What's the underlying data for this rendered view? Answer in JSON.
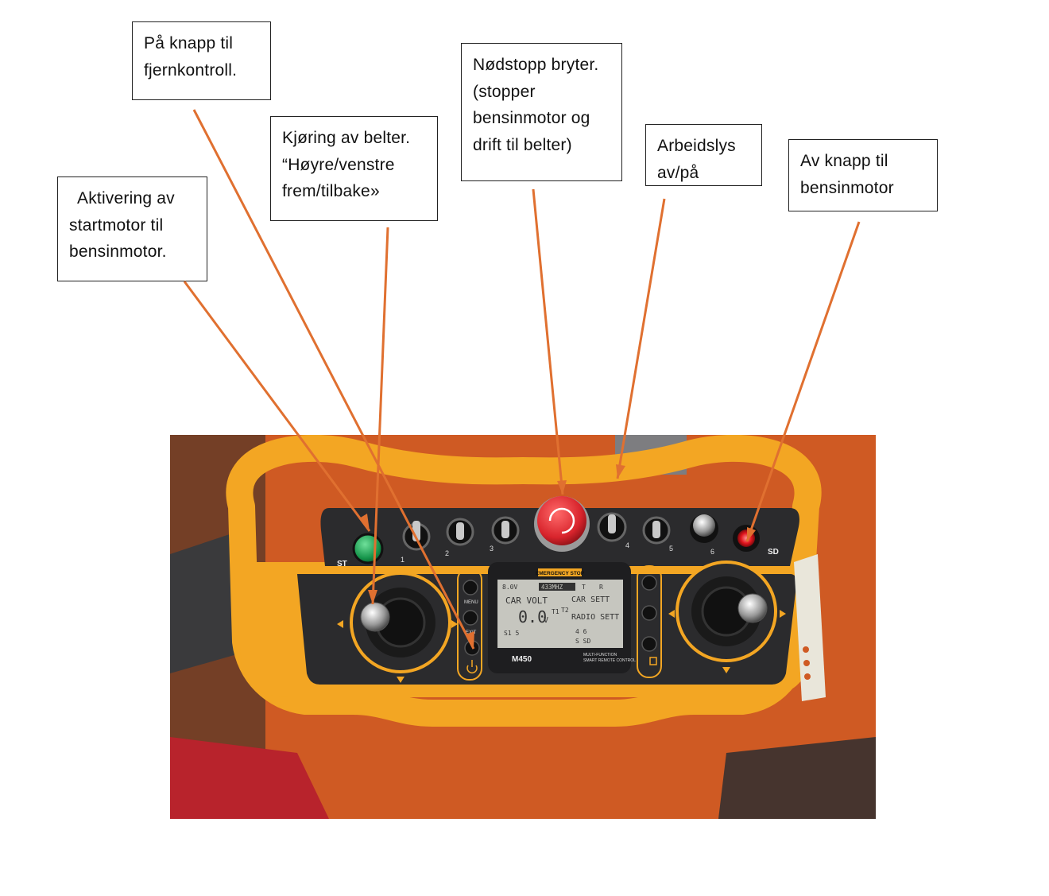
{
  "callouts": {
    "start": [
      "Aktivering av",
      "startmotor til",
      "bensinmotor."
    ],
    "power_on": [
      "På knapp til",
      "fjernkontroll."
    ],
    "tracks": [
      "Kjøring av belter.",
      "“Høyre/venstre",
      "frem/tilbake»"
    ],
    "estop": [
      "Nødstopp bryter.",
      "(stopper",
      "bensinmotor og",
      "drift til belter)"
    ],
    "worklight": [
      "Arbeidslys",
      "av/på"
    ],
    "off": [
      "Av knapp til",
      "bensinmotor"
    ]
  },
  "remote": {
    "st_label": "ST",
    "sd_label": "SD",
    "switch_numbers": [
      "1",
      "2",
      "3",
      "4",
      "5",
      "6"
    ],
    "estop_label": "EMERGENCY STOP",
    "menu_label": "MENU",
    "exit_label": "EXIT",
    "model": "M450",
    "tagline_1": "MULTI-FUNCTION",
    "tagline_2": "SMART REMOTE CONTROL",
    "lcd": {
      "battery": "8.0V",
      "channel": "433MHZ",
      "signal": "T",
      "rx": "R",
      "car_volt": "CAR VOLT",
      "volt_value": "0.0",
      "volt_unit": "V",
      "car_sett": "CAR SETT",
      "radio_sett": "RADIO SETT",
      "t1": "T1",
      "t2": "T2",
      "row_a": "S1  5",
      "row_b": "4  6",
      "row_c": "S  SD"
    }
  },
  "colors": {
    "arrow": "#e07030",
    "housing": "#f3a623",
    "panel": "#2b2b2d",
    "estop": "#d8242c",
    "start_button": "#15944a",
    "background_surface": "#cf5a23"
  }
}
